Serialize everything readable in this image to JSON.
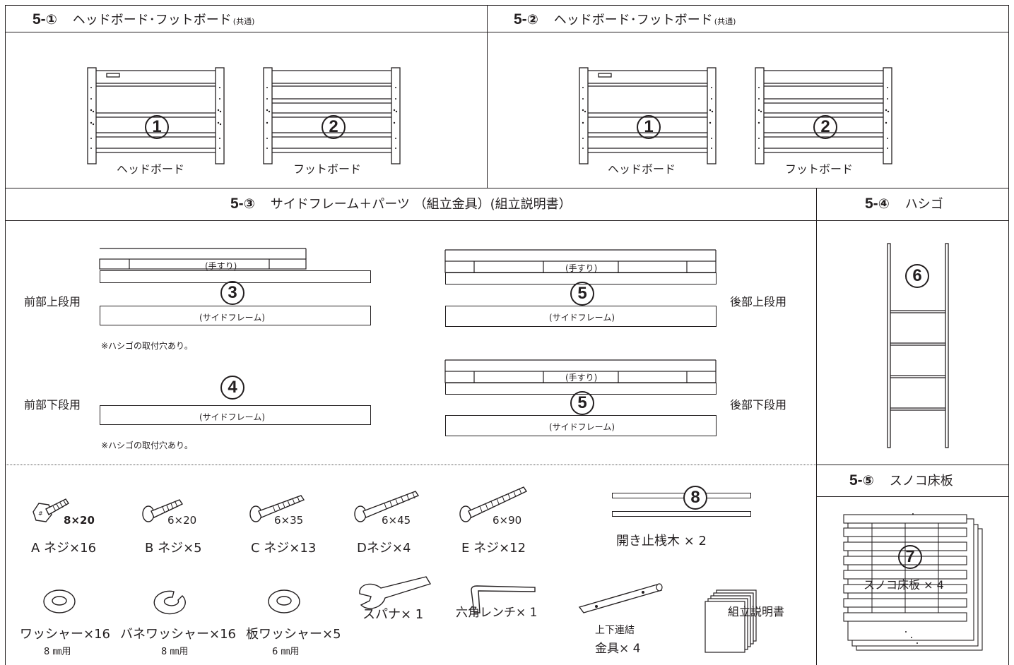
{
  "sections": {
    "s1": {
      "num": "5-",
      "cnum": "①",
      "title": "ヘッドボード･フットボード",
      "note": "(共通)"
    },
    "s2": {
      "num": "5-",
      "cnum": "②",
      "title": "ヘッドボード･フットボード",
      "note": "(共通)"
    },
    "s3": {
      "num": "5-",
      "cnum": "③",
      "title": "サイドフレーム＋パーツ （組立金具）(組立説明書）"
    },
    "s4": {
      "num": "5-",
      "cnum": "④",
      "title": "ハシゴ"
    },
    "s5": {
      "num": "5-",
      "cnum": "⑤",
      "title": "スノコ床板"
    }
  },
  "boards": {
    "head_num": "1",
    "foot_num": "2",
    "head_label": "ヘッドボード",
    "foot_label": "フットボード"
  },
  "frames": {
    "front_upper": "前部上段用",
    "front_lower": "前部下段用",
    "rear_upper": "後部上段用",
    "rear_lower": "後部下段用",
    "handrail": "(手すり)",
    "side_frame": "(サイドフレーム)",
    "ladder_note": "※ハシゴの取付穴あり。",
    "n3": "3",
    "n4": "4",
    "n5": "5"
  },
  "ladder": {
    "num": "6"
  },
  "slats": {
    "num": "7",
    "label": "スノコ床板 × 4"
  },
  "parts": {
    "screwA": {
      "size": "8×20",
      "label": "A ネジ×16"
    },
    "screwB": {
      "size": "6×20",
      "label": "B ネジ×5"
    },
    "screwC": {
      "size": "6×35",
      "label": "C ネジ×13"
    },
    "screwD": {
      "size": "6×45",
      "label": "Dネジ×4"
    },
    "screwE": {
      "size": "6×90",
      "label": "E ネジ×12"
    },
    "stopper": {
      "num": "8",
      "label": "開き止桟木 × 2"
    },
    "washer": {
      "label": "ワッシャー×16",
      "sub": "8 ㎜用"
    },
    "spring_washer": {
      "label": "バネワッシャー×16",
      "sub": "8 ㎜用"
    },
    "plate_washer": {
      "label": "板ワッシャー×5",
      "sub": "6 ㎜用"
    },
    "spanner": {
      "label": "スパナ× 1"
    },
    "hex_wrench": {
      "label": "六角レンチ× 1"
    },
    "connector": {
      "label1": "上下連結",
      "label2": "金具× 4"
    },
    "manual": {
      "label": "組立説明書"
    }
  }
}
